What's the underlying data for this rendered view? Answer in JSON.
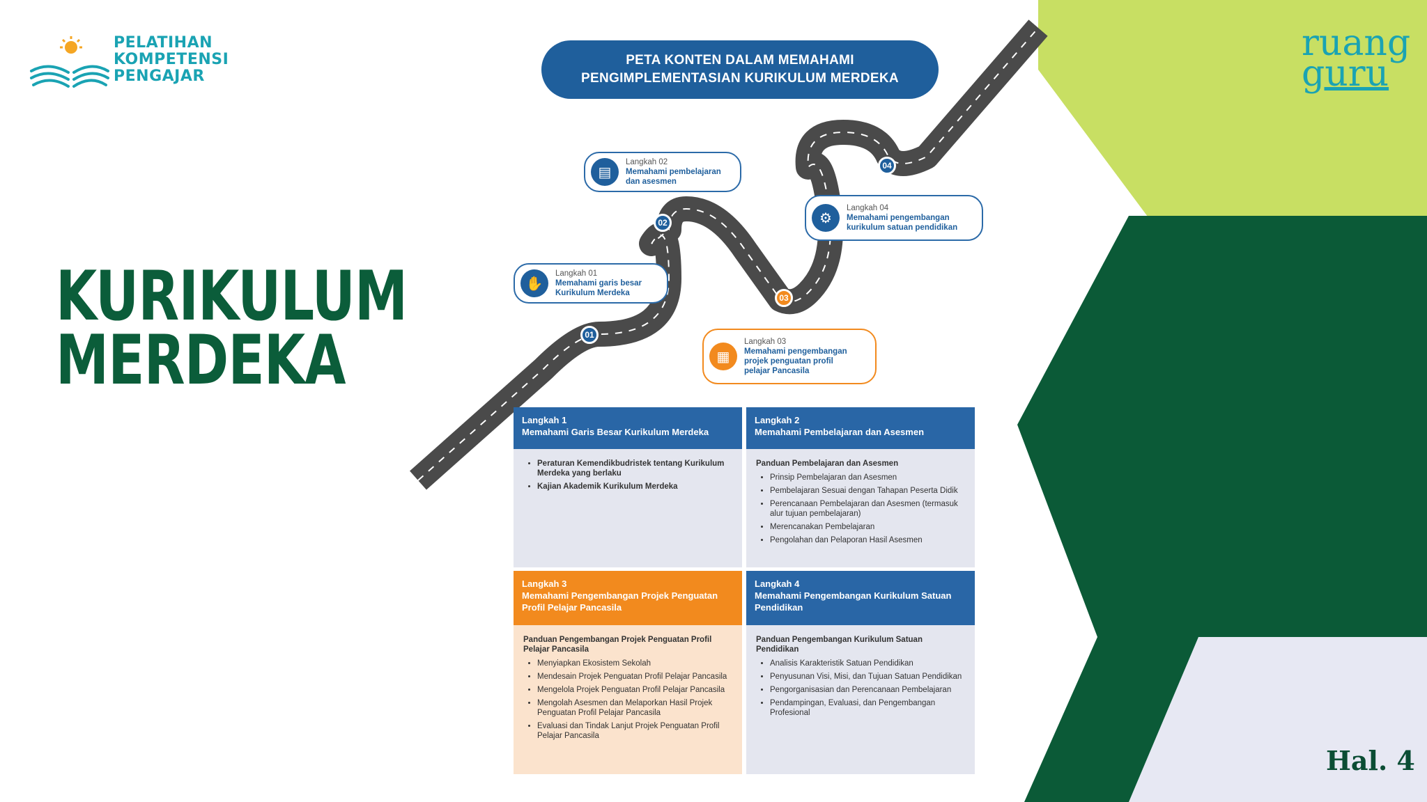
{
  "logo": {
    "lines": [
      "PELATIHAN",
      "KOMPETENSI",
      "PENGAJAR"
    ]
  },
  "title": {
    "line1": "KURIKULUM",
    "line2": "MERDEKA"
  },
  "brand": {
    "line1": "ruang",
    "line2": "guru"
  },
  "page_number": "Hal. 4",
  "infographic": {
    "header_line1": "PETA KONTEN DALAM MEMAHAMI",
    "header_line2": "PENGIMPLEMENTASIAN KURIKULUM MERDEKA",
    "markers": [
      "01",
      "02",
      "03",
      "04"
    ],
    "bubbles": [
      {
        "step": "Langkah 01",
        "desc1": "Memahami garis besar",
        "desc2": "Kurikulum Merdeka",
        "desc3": "",
        "icon": "hands-icon",
        "color": "blue"
      },
      {
        "step": "Langkah 02",
        "desc1": "Memahami pembelajaran",
        "desc2": "dan asesmen",
        "desc3": "",
        "icon": "document-icon",
        "color": "blue"
      },
      {
        "step": "Langkah 03",
        "desc1": "Memahami pengembangan",
        "desc2": "projek penguatan profil",
        "desc3": "pelajar Pancasila",
        "icon": "chart-icon",
        "color": "orange"
      },
      {
        "step": "Langkah 04",
        "desc1": "Memahami pengembangan",
        "desc2": "kurikulum satuan pendidikan",
        "desc3": "",
        "icon": "gear-icon",
        "color": "blue"
      }
    ],
    "cells": [
      {
        "step": "Langkah 1",
        "title": "Memahami Garis Besar Kurikulum Merdeka",
        "subtitle": "",
        "items": [
          "Peraturan Kemendikbudristek tentang Kurikulum Merdeka yang berlaku",
          "Kajian Akademik Kurikulum Merdeka"
        ]
      },
      {
        "step": "Langkah 2",
        "title": "Memahami Pembelajaran dan Asesmen",
        "subtitle": "Panduan Pembelajaran dan Asesmen",
        "items": [
          "Prinsip Pembelajaran dan Asesmen",
          "Pembelajaran Sesuai dengan Tahapan Peserta Didik",
          "Perencanaan Pembelajaran dan Asesmen (termasuk alur tujuan pembelajaran)",
          "Merencanakan Pembelajaran",
          "Pengolahan dan Pelaporan Hasil Asesmen"
        ]
      },
      {
        "step": "Langkah 3",
        "title": "Memahami Pengembangan Projek Penguatan Profil Pelajar Pancasila",
        "subtitle": "Panduan Pengembangan Projek Penguatan Profil Pelajar Pancasila",
        "items": [
          "Menyiapkan Ekosistem Sekolah",
          "Mendesain Projek Penguatan Profil Pelajar Pancasila",
          "Mengelola Projek Penguatan Profil Pelajar Pancasila",
          "Mengolah Asesmen dan Melaporkan Hasil Projek Penguatan Profil Pelajar Pancasila",
          "Evaluasi dan Tindak Lanjut Projek Penguatan Profil Pelajar Pancasila"
        ]
      },
      {
        "step": "Langkah 4",
        "title": "Memahami Pengembangan Kurikulum Satuan Pendidikan",
        "subtitle": "Panduan Pengembangan Kurikulum Satuan Pendidikan",
        "items": [
          "Analisis Karakteristik Satuan Pendidikan",
          "Penyusunan Visi, Misi, dan Tujuan Satuan Pendidikan",
          "Pengorganisasian dan Perencanaan Pembelajaran",
          "Pendampingan, Evaluasi, dan Pengembangan Profesional"
        ]
      }
    ]
  },
  "colors": {
    "title_green": "#0b5d3a",
    "lime": "#c8df63",
    "dark_green": "#0b5a37",
    "pale_lavender": "#e7e8f3",
    "teal": "#1aa3b3",
    "blue": "#2966a6",
    "orange": "#f28a1e"
  }
}
